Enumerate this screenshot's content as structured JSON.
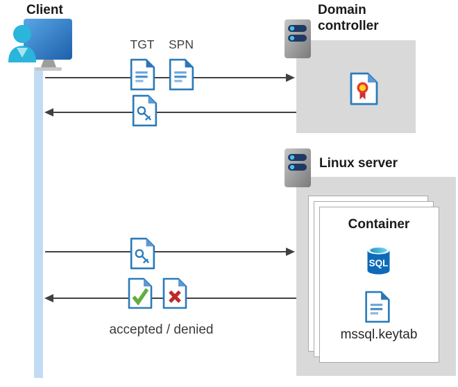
{
  "client": {
    "label": "Client"
  },
  "domain_controller": {
    "name_line1": "Domain",
    "name_line2": "controller"
  },
  "linux_server": {
    "name": "Linux server"
  },
  "container": {
    "name": "Container",
    "sql_label": "SQL",
    "keytab_file": "mssql.keytab"
  },
  "flow": {
    "tgt": "TGT",
    "spn": "SPN",
    "result": "accepted / denied"
  },
  "icons": {
    "client-computer-icon": "person at blue monitor",
    "server-icon": "gray server tower with two status bars",
    "document-lines-icon": "blue document with text lines (ticket)",
    "document-key-icon": "blue document with key (service ticket)",
    "document-check-icon": "document with green checkmark (accepted)",
    "document-x-icon": "document with red x (denied)",
    "certificate-icon": "document with red ribbon seal",
    "sql-database-icon": "blue cylinder database labeled SQL"
  },
  "colors": {
    "doc_border_blue": "#2b7bba",
    "doc_fold_blue": "#5b9bd5",
    "accept_green": "#61ad3e",
    "deny_red": "#c02828",
    "box_gray": "#d9d9d9",
    "lifeline_blue": "#c2dbf5",
    "arrow_gray": "#404040",
    "sql_blue": "#0d6ab8",
    "person_cyan": "#2ab5da"
  }
}
